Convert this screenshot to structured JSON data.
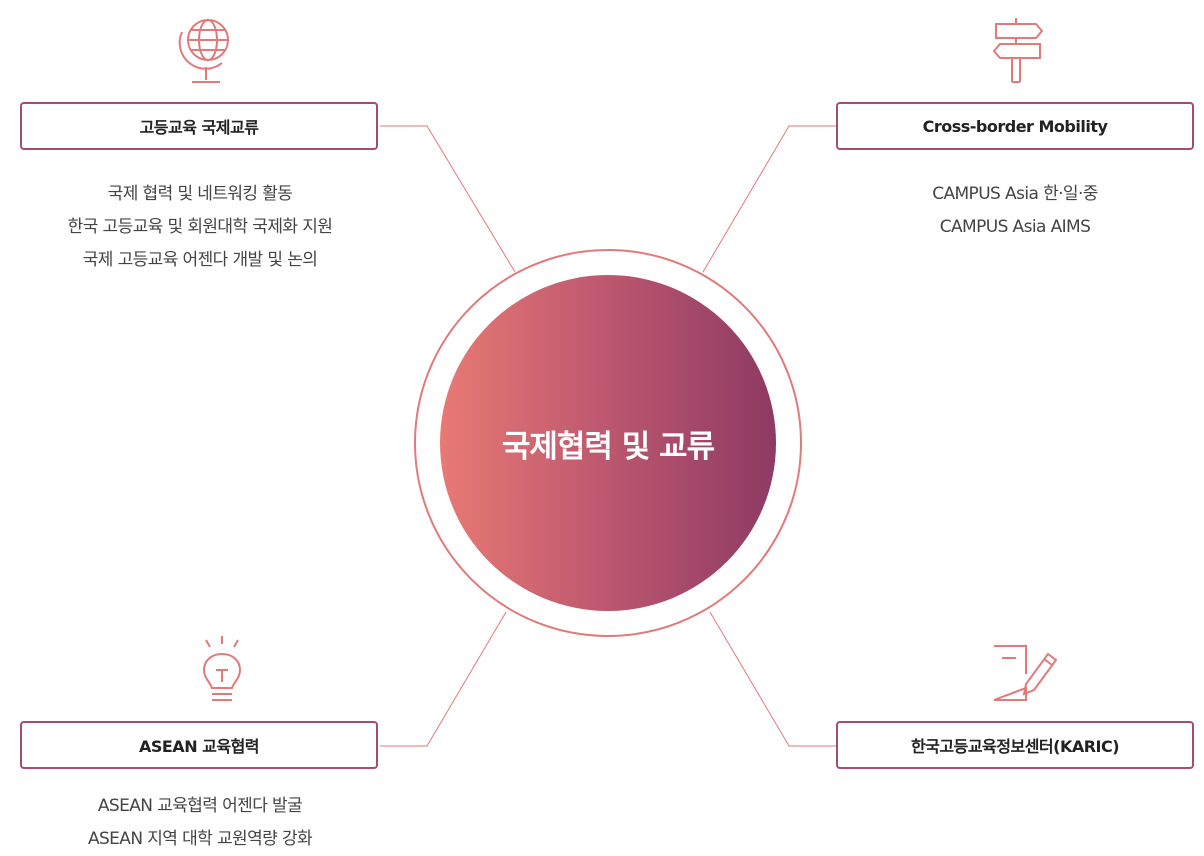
{
  "center": {
    "title": "국제협력 및 교류"
  },
  "colors": {
    "accent_line": "#e27a7a",
    "box_border": "#a64b6e",
    "gradient_start": "#e87a73",
    "gradient_end": "#8e3a63"
  },
  "nodes": {
    "top_left": {
      "icon": "globe-icon",
      "title": "고등교육 국제교류",
      "items": [
        "국제 협력 및 네트워킹 활동",
        "한국 고등교육 및 회원대학 국제화 지원",
        "국제 고등교육 어젠다 개발 및 논의"
      ]
    },
    "top_right": {
      "icon": "signpost-icon",
      "title": "Cross-border Mobility",
      "items": [
        "CAMPUS Asia 한·일·중",
        "CAMPUS Asia AIMS"
      ]
    },
    "bottom_left": {
      "icon": "lightbulb-icon",
      "title": "ASEAN 교육협력",
      "items": [
        "ASEAN 교육협력 어젠다 발굴",
        "ASEAN 지역 대학 교원역량 강화"
      ]
    },
    "bottom_right": {
      "icon": "document-pen-icon",
      "title": "한국고등교육정보센터(KARIC)",
      "items": []
    }
  }
}
